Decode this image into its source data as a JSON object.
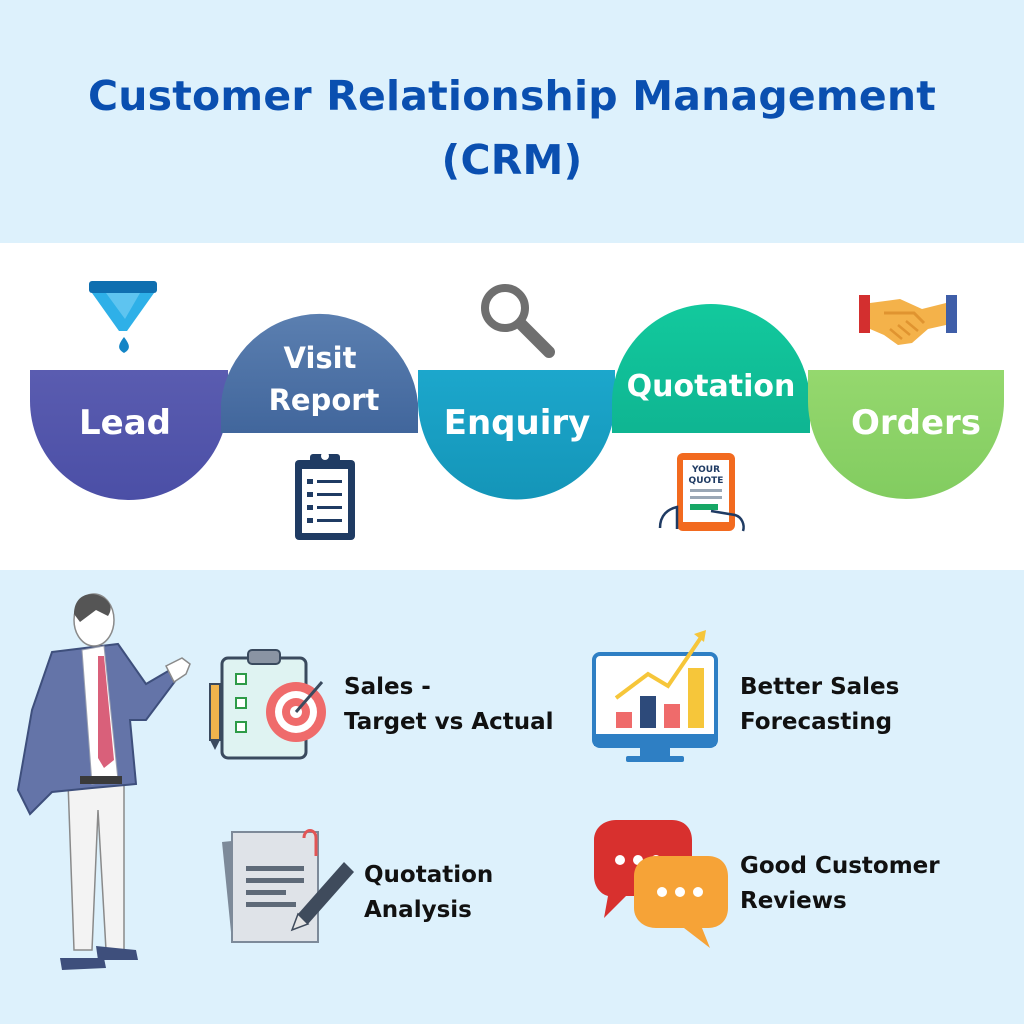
{
  "title": {
    "line1": "Customer Relationship Management",
    "line2": "(CRM)"
  },
  "stages": [
    {
      "label": "Lead",
      "icon": "funnel-icon",
      "color": "#5656a8"
    },
    {
      "label_line1": "Visit",
      "label_line2": "Report",
      "icon": "clipboard-icon",
      "color": "#4f74a7"
    },
    {
      "label": "Enquiry",
      "icon": "magnifier-icon",
      "color": "#1aa6c6"
    },
    {
      "label": "Quotation",
      "icon": "quote-tablet-icon",
      "icon_text_line1": "YOUR",
      "icon_text_line2": "QUOTE",
      "color": "#10c8a0"
    },
    {
      "label": "Orders",
      "icon": "handshake-icon",
      "color": "#8fd46a"
    }
  ],
  "benefits": [
    {
      "line1": "Sales -",
      "line2": "Target vs Actual",
      "icon": "target-clipboard-icon"
    },
    {
      "line1": "Better Sales",
      "line2": "Forecasting",
      "icon": "forecast-monitor-icon"
    },
    {
      "line1": "Quotation",
      "line2": "Analysis",
      "icon": "document-pen-icon"
    },
    {
      "line1": "Good Customer",
      "line2": "Reviews",
      "icon": "review-bubbles-icon"
    }
  ],
  "illustration": {
    "icon": "businessman-presenting-icon"
  },
  "colors": {
    "title": "#0a4fb0",
    "background": "#ddf1fc",
    "flow_background": "#ffffff"
  }
}
